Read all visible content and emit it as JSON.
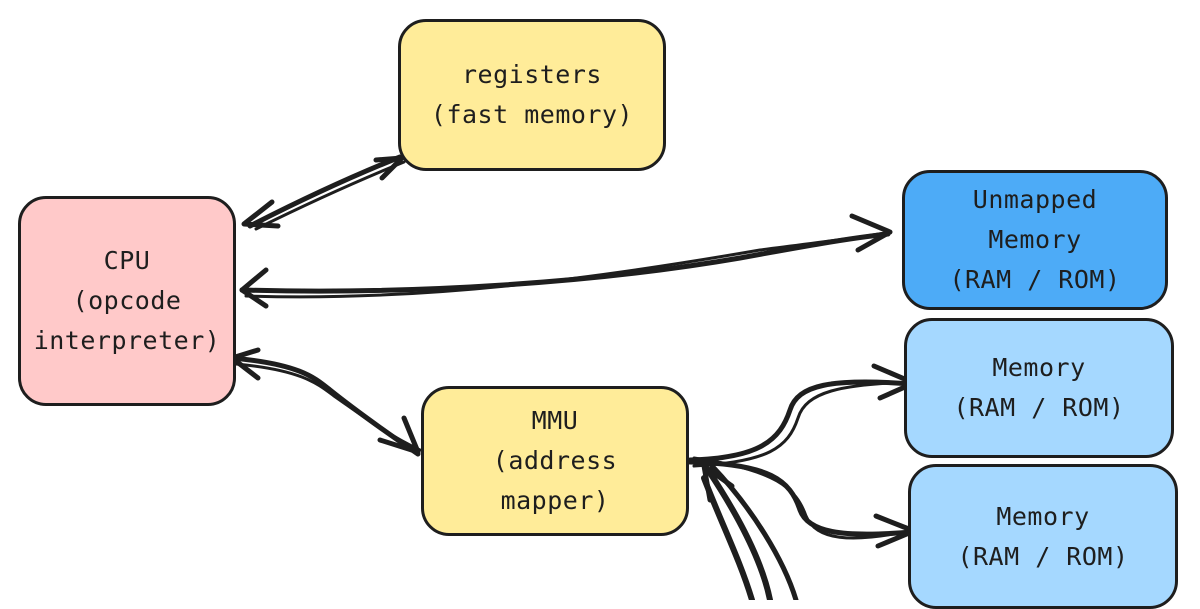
{
  "colors": {
    "stroke": "#1e1e1e",
    "yellow_fill": "#ffec99",
    "pink_fill": "#ffc9c9",
    "dark_blue_fill": "#4dabf7",
    "light_blue_fill": "#a5d8ff"
  },
  "nodes": {
    "registers": {
      "label": "registers\n(fast memory)",
      "fill": "#ffec99"
    },
    "cpu": {
      "label": "CPU\n(opcode\ninterpreter)",
      "fill": "#ffc9c9"
    },
    "unmapped": {
      "label": "Unmapped\nMemory\n(RAM / ROM)",
      "fill": "#4dabf7"
    },
    "mmu": {
      "label": "MMU\n(address\nmapper)",
      "fill": "#ffec99"
    },
    "memory_1": {
      "label": "Memory\n(RAM / ROM)",
      "fill": "#a5d8ff"
    },
    "memory_2": {
      "label": "Memory\n(RAM / ROM)",
      "fill": "#a5d8ff"
    }
  },
  "connections": [
    {
      "from": "cpu",
      "to": "registers",
      "direction": "both"
    },
    {
      "from": "cpu",
      "to": "unmapped",
      "direction": "both"
    },
    {
      "from": "cpu",
      "to": "mmu",
      "direction": "both"
    },
    {
      "from": "mmu",
      "to": "memory_1",
      "direction": "to"
    },
    {
      "from": "mmu",
      "to": "memory_2",
      "direction": "to"
    },
    {
      "from": "mmu",
      "to": "offscreen",
      "direction": "from"
    }
  ]
}
